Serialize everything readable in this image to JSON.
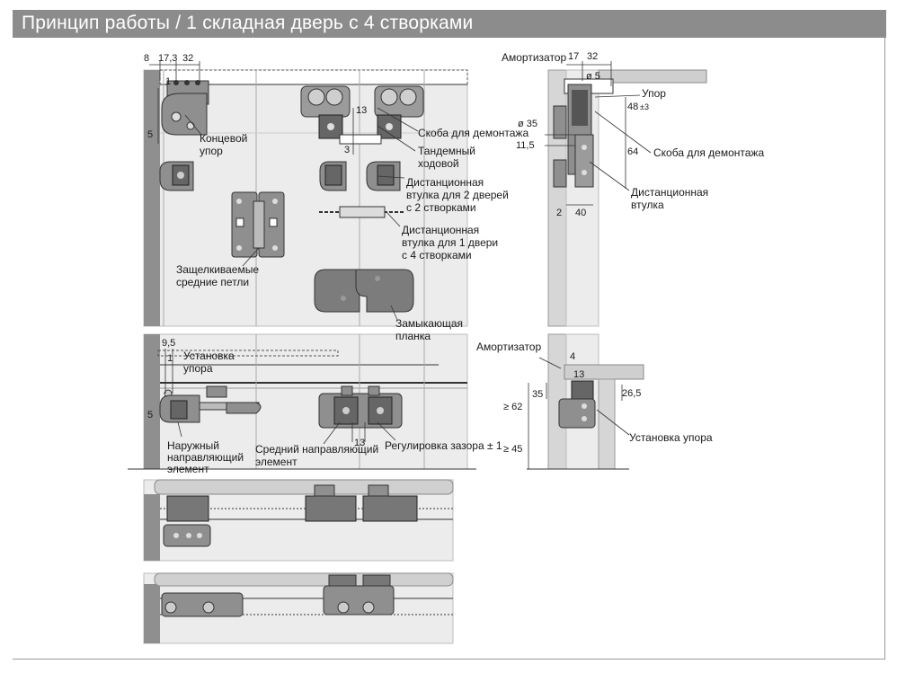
{
  "header": {
    "title": "Принцип работы / 1 складная дверь с 4 створками"
  },
  "colors": {
    "header_bg": "#8c8c8c",
    "panel": "#eeeeee",
    "metal": "#8f8f8f",
    "metal_dark": "#555555",
    "line": "#222222"
  },
  "labels": {
    "end_stop_1": "Концевой",
    "end_stop_2": "упор",
    "tandem_1": "Тандемный",
    "tandem_2": "ходовой",
    "bracket_1": "Скоба для  демонтажа",
    "spacer2_1": "Дистанционная",
    "spacer2_2": "втулка для 2 дверей",
    "spacer2_3": "с 2 створками",
    "spacer1_1": "Дистанционная",
    "spacer1_2": "втулка для 1 двери",
    "spacer1_3": "с 4 створками",
    "hinge_1": "Защелкиваемые",
    "hinge_2": "средние петли",
    "lock_1": "Замыкающая",
    "lock_2": "планка",
    "stop_install_1": "Установка",
    "stop_install_2": "упора",
    "outer_guide_1": "Наружный",
    "outer_guide_2": "направляющий",
    "outer_guide_3": "элемент",
    "mid_guide_1": "Средний направляющий",
    "mid_guide_2": "элемент",
    "gap_adjust": "Регулировка зазора ± 1",
    "damper_top": "Амортизатор",
    "stop_right": "Упор",
    "bracket_right": "Скоба для демонтажа",
    "spacer_right_1": "Дистанционная",
    "spacer_right_2": "втулка",
    "damper_bottom": "Амортизатор",
    "stop_install_right": "Установка упора"
  },
  "dims": {
    "d8": "8",
    "d17_3": "17,3",
    "d32": "32",
    "d1a": "1",
    "d5a": "5",
    "d13a": "13",
    "d3": "3",
    "d9_5": "9,5",
    "d1b": "1",
    "d5b": "5",
    "d13b": "13",
    "r17": "17",
    "r32": "32",
    "r_phi5": "ø 5",
    "r48": "48",
    "r48tol": "±3",
    "r_phi35": "ø 35",
    "r11_5": "11,5",
    "r64": "64",
    "r2": "2",
    "r40": "40",
    "r4": "4",
    "r13": "13",
    "r35": "35",
    "r26_5": "26,5",
    "r62": "≥ 62",
    "r45": "≥ 45"
  }
}
